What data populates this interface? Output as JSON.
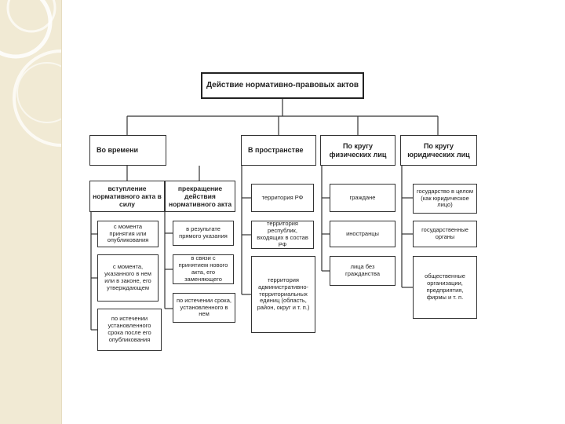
{
  "title": "Действие нормативно-правовых актов",
  "categories": {
    "time": "Во времени",
    "space": "В пространстве",
    "individuals": "По кругу физических лиц",
    "legal": "По кругу юридических лиц"
  },
  "time": {
    "start": {
      "header": "вступление нормативного акта в силу",
      "items": [
        "с момента принятия или опубликования",
        "с момента, указанного в нем или в законе, его утверждающем",
        "по истечении установленного срока после его опубликования"
      ]
    },
    "end": {
      "header": "прекращение действия нормативного акта",
      "items": [
        "в результате прямого указания",
        "в связи с принятием нового акта, его заменяющего",
        "по истечении срока, установленного в нем"
      ]
    }
  },
  "space": {
    "items": [
      "территория РФ",
      "территория республик, входящих в состав РФ",
      "территория административно-территориальных единиц (область, район, округ и т. п.)"
    ]
  },
  "individuals": {
    "items": [
      "граждане",
      "иностранцы",
      "лица без гражданства"
    ]
  },
  "legal": {
    "items": [
      "государство в целом (как юридическое лицо)",
      "государственные органы",
      "общественные организации, предприятия, фирмы и т. п."
    ]
  }
}
